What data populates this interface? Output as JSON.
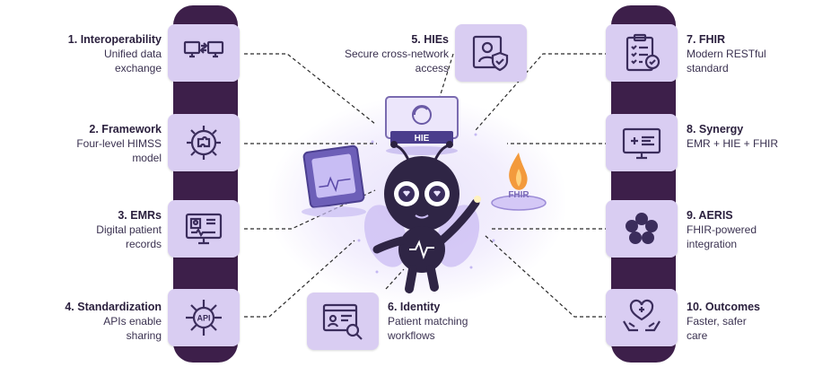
{
  "items": [
    {
      "title": "1. Interoperability",
      "desc1": "Unified data",
      "desc2": "exchange",
      "icon": "monitors-exchange-icon"
    },
    {
      "title": "2. Framework",
      "desc1": "Four-level HIMSS",
      "desc2": "model",
      "icon": "gear-puzzle-icon"
    },
    {
      "title": "3. EMRs",
      "desc1": "Digital patient",
      "desc2": "records",
      "icon": "computer-medical-record-icon"
    },
    {
      "title": "4. Standardization",
      "desc1": "APIs enable",
      "desc2": "sharing",
      "icon": "api-chip-icon"
    },
    {
      "title": "5. HIEs",
      "desc1": "Secure cross-network",
      "desc2": "access",
      "icon": "user-shield-icon"
    },
    {
      "title": "6. Identity",
      "desc1": "Patient matching",
      "desc2": "workflows",
      "icon": "patient-search-icon"
    },
    {
      "title": "7. FHIR",
      "desc1": "Modern RESTful",
      "desc2": "standard",
      "icon": "clipboard-check-icon"
    },
    {
      "title": "8. Synergy",
      "desc1": "EMR + HIE + FHIR",
      "desc2": "",
      "icon": "monitor-medical-icon"
    },
    {
      "title": "9. AERIS",
      "desc1": "FHIR-powered",
      "desc2": "integration",
      "icon": "flower-icon"
    },
    {
      "title": "10. Outcomes",
      "desc1": "Faster, safer",
      "desc2": "care",
      "icon": "hands-heart-icon"
    }
  ],
  "center": {
    "hie_label": "HIE",
    "fhir_label": "FHIR"
  },
  "colors": {
    "pillar": "#3d1f4a",
    "tile": "#d9cdf2",
    "connector": "#2a2a2a"
  }
}
